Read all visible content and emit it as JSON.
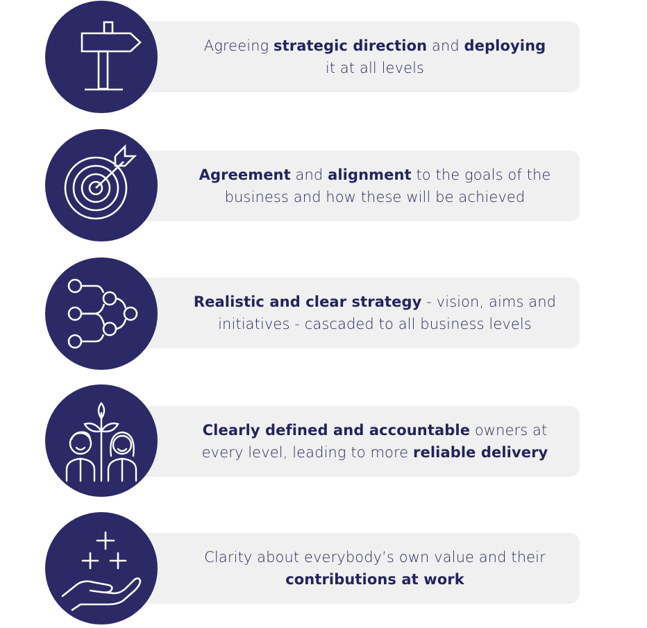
{
  "items": [
    {
      "icon": "signpost-icon",
      "line1": [
        {
          "text": "Agreeing ",
          "bold": false
        },
        {
          "text": "strategic direction",
          "bold": true
        },
        {
          "text": " and ",
          "bold": false
        },
        {
          "text": "deploying",
          "bold": true
        }
      ],
      "line2": [
        {
          "text": "it at all levels",
          "bold": false
        }
      ]
    },
    {
      "icon": "target-icon",
      "line1": [
        {
          "text": "Agreement",
          "bold": true
        },
        {
          "text": " and ",
          "bold": false
        },
        {
          "text": "alignment",
          "bold": true
        },
        {
          "text": " to the goals of the",
          "bold": false
        }
      ],
      "line2": [
        {
          "text": "business and how these will be achieved",
          "bold": false
        }
      ]
    },
    {
      "icon": "network-nodes-icon",
      "line1": [
        {
          "text": "Realistic and clear strategy",
          "bold": true
        },
        {
          "text": " - vision, aims and",
          "bold": false
        }
      ],
      "line2": [
        {
          "text": "initiatives - cascaded to all business levels",
          "bold": false
        }
      ]
    },
    {
      "icon": "people-plant-icon",
      "line1": [
        {
          "text": "Clearly defined and accountable",
          "bold": true
        },
        {
          "text": " owners at",
          "bold": false
        }
      ],
      "line2": [
        {
          "text": "every level, leading to more ",
          "bold": false
        },
        {
          "text": "reliable delivery",
          "bold": true
        }
      ]
    },
    {
      "icon": "hand-plus-icon",
      "line1": [
        {
          "text": "Clarity about everybody’s own value and their",
          "bold": false
        }
      ],
      "line2": [
        {
          "text": "contributions at work",
          "bold": true
        }
      ]
    }
  ]
}
